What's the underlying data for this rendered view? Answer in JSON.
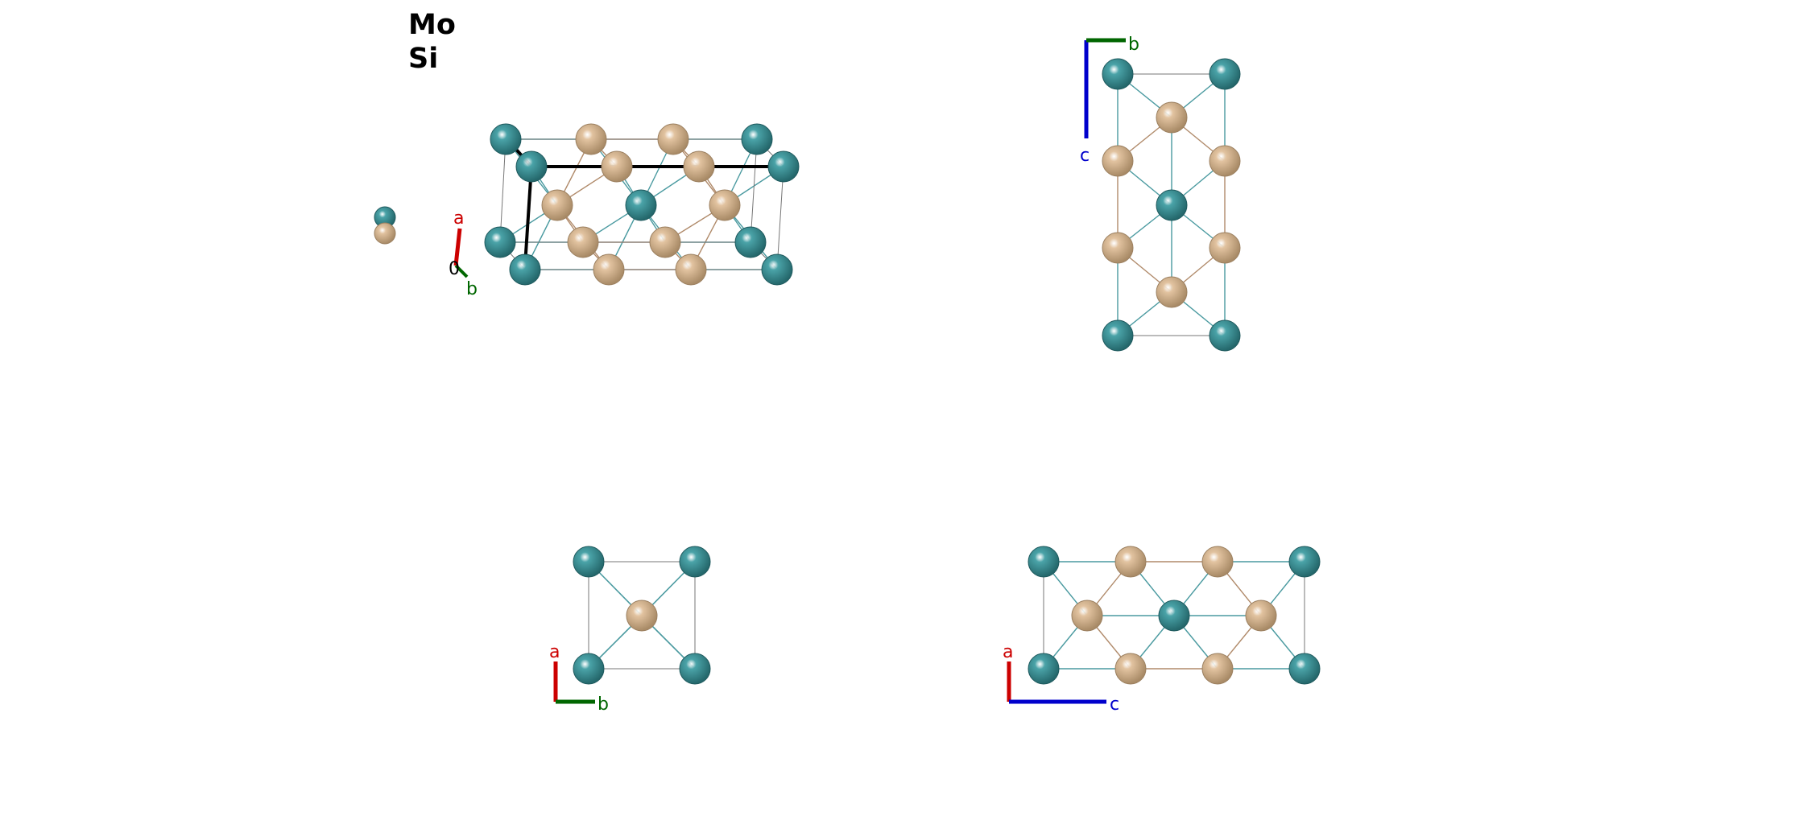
{
  "legend": [
    {
      "symbol": "Mo",
      "color": "#4aa3a8"
    },
    {
      "symbol": "Si",
      "color": "#e2c3a0"
    }
  ],
  "atom_colors": {
    "Mo": "#4aa3a8",
    "Si": "#e2c3a0"
  },
  "axis_colors": {
    "a": "#cc0000",
    "b": "#006600",
    "c": "#0000cc"
  },
  "axis_labels": {
    "a": "a",
    "b": "b",
    "c": "c",
    "origin": "0"
  },
  "views": [
    {
      "name": "perspective-view",
      "axes_shown": [
        "a",
        "b"
      ],
      "shows_origin": true
    },
    {
      "name": "view-along-a",
      "axes_shown": [
        "b",
        "c"
      ],
      "shows_origin": false
    },
    {
      "name": "view-along-c",
      "axes_shown": [
        "a",
        "b"
      ],
      "shows_origin": false
    },
    {
      "name": "view-along-b",
      "axes_shown": [
        "a",
        "c"
      ],
      "shows_origin": false
    }
  ]
}
